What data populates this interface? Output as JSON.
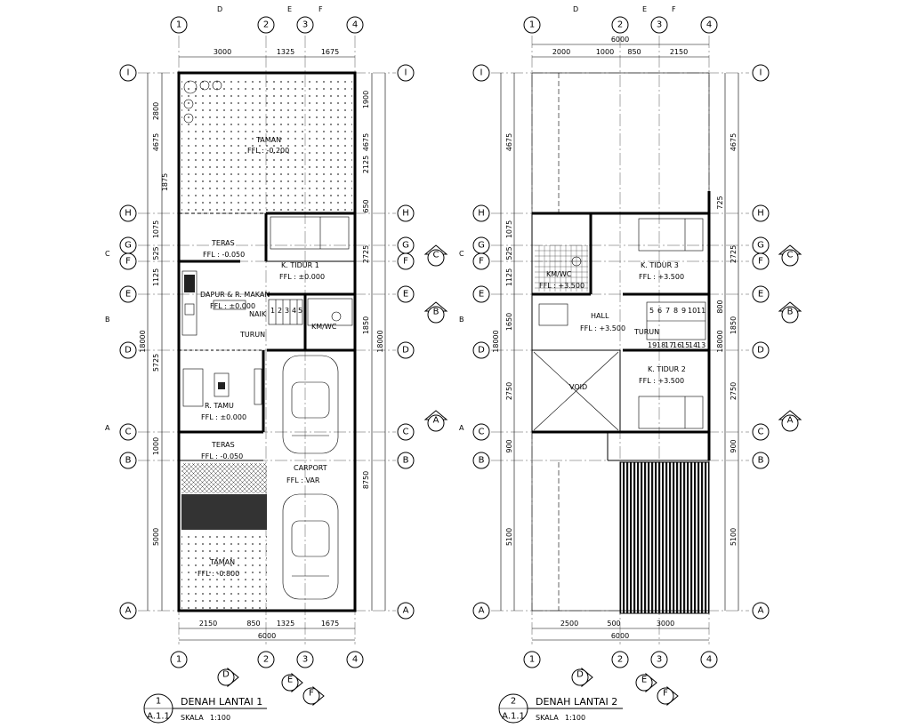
{
  "plans": [
    {
      "id": "lantai1",
      "title": "DENAH LANTAI 1",
      "title_num": "1",
      "title_ref": "A.1.1",
      "scale_label": "SKALA",
      "scale": "1:100",
      "col_labels": [
        "1",
        "2",
        "3",
        "4"
      ],
      "row_labels": [
        "I",
        "H",
        "G",
        "F",
        "E",
        "D",
        "C",
        "B",
        "A"
      ],
      "top_dims": [
        "3000",
        "1325",
        "1675"
      ],
      "bottom_dims": [
        "2150",
        "850",
        "1325",
        "1675"
      ],
      "bottom_total": "6000",
      "left_dims": [
        "4675",
        "1075",
        "525",
        "1125",
        "5725",
        "1000",
        "5000"
      ],
      "left_inner_dims": [
        "2800",
        "1875"
      ],
      "left_total": "18000",
      "right_dims": [
        "1900",
        "2125",
        "650",
        "2725",
        "1850",
        "8750"
      ],
      "right_inner_dims": [
        "4675"
      ],
      "right_total": "18000",
      "rooms": [
        {
          "name": "TAMAN",
          "level": "FFL : -0.200"
        },
        {
          "name": "TERAS",
          "level": "FFL : -0.050"
        },
        {
          "name": "K. TIDUR 1",
          "level": "FFL : ±0.000"
        },
        {
          "name": "DAPUR & R. MAKAN",
          "level": "FFL : ±0.000"
        },
        {
          "name": "KM/WC",
          "level": ""
        },
        {
          "name": "R. TAMU",
          "level": "FFL : ±0.000"
        },
        {
          "name": "TERAS",
          "level": "FFL : -0.050"
        },
        {
          "name": "CARPORT",
          "level": "FFL : VAR"
        },
        {
          "name": "TAMAN",
          "level": "FFL : -0.800"
        }
      ],
      "stair_label_up": "NAIK",
      "stair_label_down": "TURUN",
      "stair_numbers": [
        "1",
        "2",
        "3",
        "4",
        "5"
      ]
    },
    {
      "id": "lantai2",
      "title": "DENAH LANTAI 2",
      "title_num": "2",
      "title_ref": "A.1.1",
      "scale_label": "SKALA",
      "scale": "1:100",
      "col_labels": [
        "1",
        "2",
        "3",
        "4"
      ],
      "row_labels": [
        "I",
        "H",
        "G",
        "F",
        "E",
        "D",
        "C",
        "B",
        "A"
      ],
      "top_total": "6000",
      "top_dims": [
        "2000",
        "1000",
        "850",
        "2150"
      ],
      "bottom_dims": [
        "2500",
        "500",
        "3000"
      ],
      "bottom_total": "6000",
      "left_dims": [
        "4675",
        "1075",
        "525",
        "1125",
        "1650",
        "2750",
        "900",
        "5100"
      ],
      "left_total": "18000",
      "right_dims": [
        "4675",
        "725",
        "2725",
        "800",
        "1850",
        "2750",
        "900",
        "5100"
      ],
      "right_total": "18000",
      "rooms": [
        {
          "name": "KM/WC",
          "level": "FFL : +3.500"
        },
        {
          "name": "K. TIDUR 3",
          "level": "FFL : +3.500"
        },
        {
          "name": "HALL",
          "level": "FFL : +3.500"
        },
        {
          "name": "VOID",
          "level": ""
        },
        {
          "name": "K. TIDUR 2",
          "level": "FFL : +3.500"
        }
      ],
      "stair_label_down": "TURUN",
      "stair_numbers_top": [
        "5",
        "6",
        "7",
        "8",
        "9",
        "10",
        "11"
      ],
      "stair_numbers_bottom": [
        "19",
        "18",
        "17",
        "16",
        "15",
        "14",
        "13"
      ]
    }
  ],
  "section_markers": [
    "A",
    "B",
    "C",
    "D",
    "E",
    "F"
  ]
}
